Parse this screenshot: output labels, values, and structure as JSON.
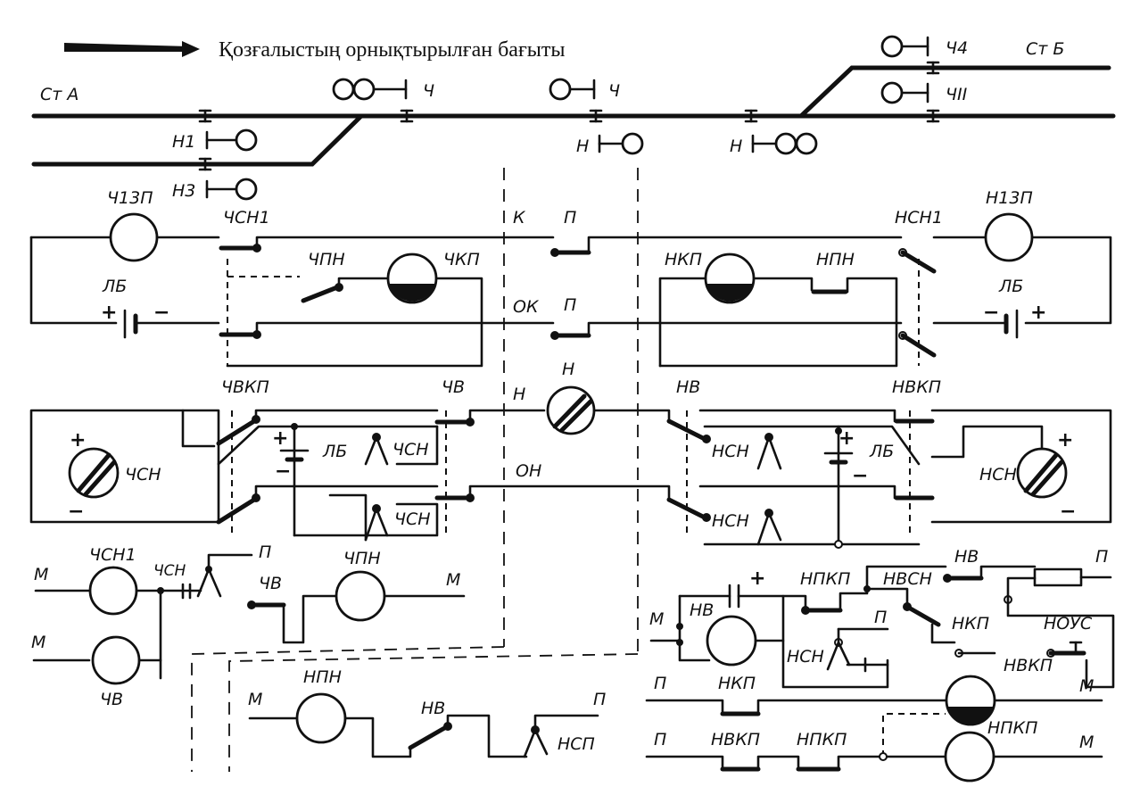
{
  "caption": "Қозғалыстың орнықтырылған бағыты",
  "stations": {
    "a": "Ст  А",
    "b": "Ст  Б"
  },
  "signals": {
    "ch4": "Ч4",
    "ch": "Ч",
    "ch_mid": "Ч",
    "chII": "ЧII",
    "n1": "Н1",
    "n3": "Н3",
    "n_mid": "Н",
    "n_right": "Н"
  },
  "wires": {
    "k": "К",
    "p1": "П",
    "ok": "ОК",
    "p2": "П",
    "n": "Н",
    "n_lamp": "Н",
    "on": "ОН"
  },
  "relays": {
    "ch13p": "Ч13П",
    "chsn1": "ЧСН1",
    "chpn": "ЧПН",
    "chkp": "ЧКП",
    "nkp": "НКП",
    "npn": "НПН",
    "nsn1": "НСН1",
    "n13p": "Н13П",
    "lb1": "ЛБ",
    "lb2": "ЛБ",
    "lb3": "ЛБ",
    "lb4": "ЛБ",
    "chvkp": "ЧВКП",
    "chv": "ЧВ",
    "nv": "НВ",
    "nvkp": "НВКП",
    "chsn_motor": "ЧСН",
    "nsn_motor": "НСН",
    "chsn_c1": "ЧСН",
    "chsn_c2": "ЧСН",
    "nsn_c1": "НСН",
    "nsn_c2": "НСН",
    "m1": "М",
    "chsn1_b": "ЧСН1",
    "chsn_b": "ЧСН",
    "p_b": "П",
    "chv_b": "ЧВ",
    "chpn_b": "ЧПН",
    "m2": "М",
    "m3": "М",
    "chv_c": "ЧВ",
    "npn_b": "НПН",
    "m4": "М",
    "nv_b": "НВ",
    "p_c": "П",
    "nsp": "НСП",
    "npkp": "НПКП",
    "nv_c": "НВ",
    "nvsn": "НВСН",
    "p_d": "П",
    "m5": "М",
    "nv_d": "НВ",
    "p_e": "П",
    "nkp_b": "НКП",
    "nous": "НОУС",
    "nsn_b": "НСН",
    "nvkp_b": "НВКП",
    "p_f": "П",
    "nkp_c": "НКП",
    "m6": "М",
    "p_g": "П",
    "nvkp_c": "НВКП",
    "npkp_b": "НПКП",
    "npkp_c": "НПКП",
    "m7": "М"
  },
  "polarity": {
    "plus": "+",
    "minus": "−"
  }
}
